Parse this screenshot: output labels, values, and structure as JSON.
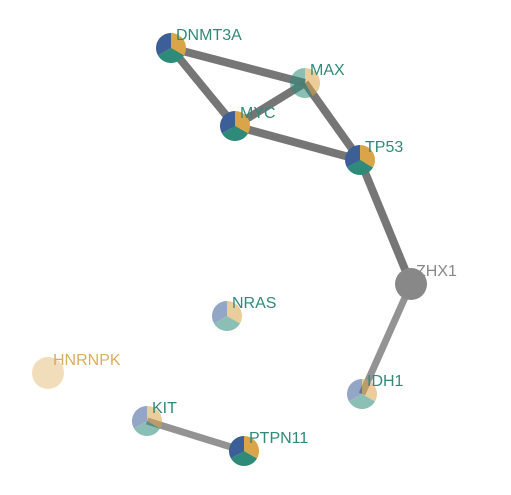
{
  "colors": {
    "blue": "#3d5f97",
    "teal": "#2e8b7a",
    "gold": "#d9a548",
    "gray": "#888888",
    "edge": "#6f6f6f",
    "label_teal": "#2e8b7a",
    "label_gold": "#d9a548",
    "label_gray": "#888888"
  },
  "nodes": [
    {
      "id": "DNMT3A",
      "label": "DNMT3A",
      "style": "pie",
      "faded": false,
      "label_color": "label_teal"
    },
    {
      "id": "MAX",
      "label": "MAX",
      "style": "pie-tg",
      "faded": true,
      "label_color": "label_teal"
    },
    {
      "id": "MYC",
      "label": "MYC",
      "style": "pie",
      "faded": false,
      "label_color": "label_teal"
    },
    {
      "id": "TP53",
      "label": "TP53",
      "style": "pie",
      "faded": false,
      "label_color": "label_teal"
    },
    {
      "id": "ZHX1",
      "label": "ZHX1",
      "style": "gray",
      "faded": false,
      "label_color": "label_gray"
    },
    {
      "id": "NRAS",
      "label": "NRAS",
      "style": "pie",
      "faded": true,
      "label_color": "label_teal"
    },
    {
      "id": "HNRNPK",
      "label": "HNRNPK",
      "style": "gold",
      "faded": true,
      "label_color": "label_gold"
    },
    {
      "id": "IDH1",
      "label": "IDH1",
      "style": "pie",
      "faded": true,
      "label_color": "label_teal"
    },
    {
      "id": "KIT",
      "label": "KIT",
      "style": "pie",
      "faded": true,
      "label_color": "label_teal"
    },
    {
      "id": "PTPN11",
      "label": "PTPN11",
      "style": "pie",
      "faded": false,
      "label_color": "label_teal"
    }
  ],
  "edges": [
    {
      "source": "DNMT3A",
      "target": "MAX",
      "weight": "heavy"
    },
    {
      "source": "DNMT3A",
      "target": "MYC",
      "weight": "heavy"
    },
    {
      "source": "MYC",
      "target": "MAX",
      "weight": "heavy"
    },
    {
      "source": "MYC",
      "target": "TP53",
      "weight": "heavy"
    },
    {
      "source": "MAX",
      "target": "TP53",
      "weight": "heavy"
    },
    {
      "source": "TP53",
      "target": "ZHX1",
      "weight": "heavy"
    },
    {
      "source": "ZHX1",
      "target": "IDH1",
      "weight": "light"
    },
    {
      "source": "KIT",
      "target": "PTPN11",
      "weight": "light"
    }
  ]
}
